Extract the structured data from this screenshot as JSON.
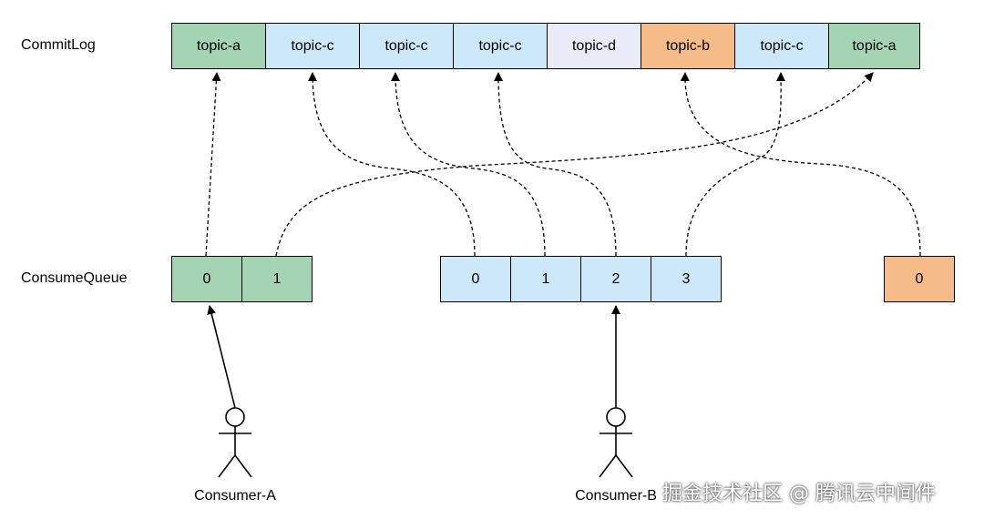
{
  "labels": {
    "commitlog": "CommitLog",
    "consumequeue": "ConsumeQueue"
  },
  "colors": {
    "green": "#a4d4b4",
    "blue": "#cde8f8",
    "lavender": "#e8ecf8",
    "orange": "#f5bc8a"
  },
  "commitlog": [
    {
      "label": "topic-a",
      "color": "green"
    },
    {
      "label": "topic-c",
      "color": "blue"
    },
    {
      "label": "topic-c",
      "color": "blue"
    },
    {
      "label": "topic-c",
      "color": "blue"
    },
    {
      "label": "topic-d",
      "color": "lavender"
    },
    {
      "label": "topic-b",
      "color": "orange"
    },
    {
      "label": "topic-c",
      "color": "blue"
    },
    {
      "label": "topic-a",
      "color": "green"
    }
  ],
  "queues": {
    "topic_a": [
      {
        "label": "0"
      },
      {
        "label": "1"
      }
    ],
    "topic_c": [
      {
        "label": "0"
      },
      {
        "label": "1"
      },
      {
        "label": "2"
      },
      {
        "label": "3"
      }
    ],
    "topic_b": [
      {
        "label": "0"
      }
    ]
  },
  "consumers": {
    "a": "Consumer-A",
    "b": "Consumer-B"
  },
  "watermark": "掘金技术社区 @ 腾讯云中间件"
}
